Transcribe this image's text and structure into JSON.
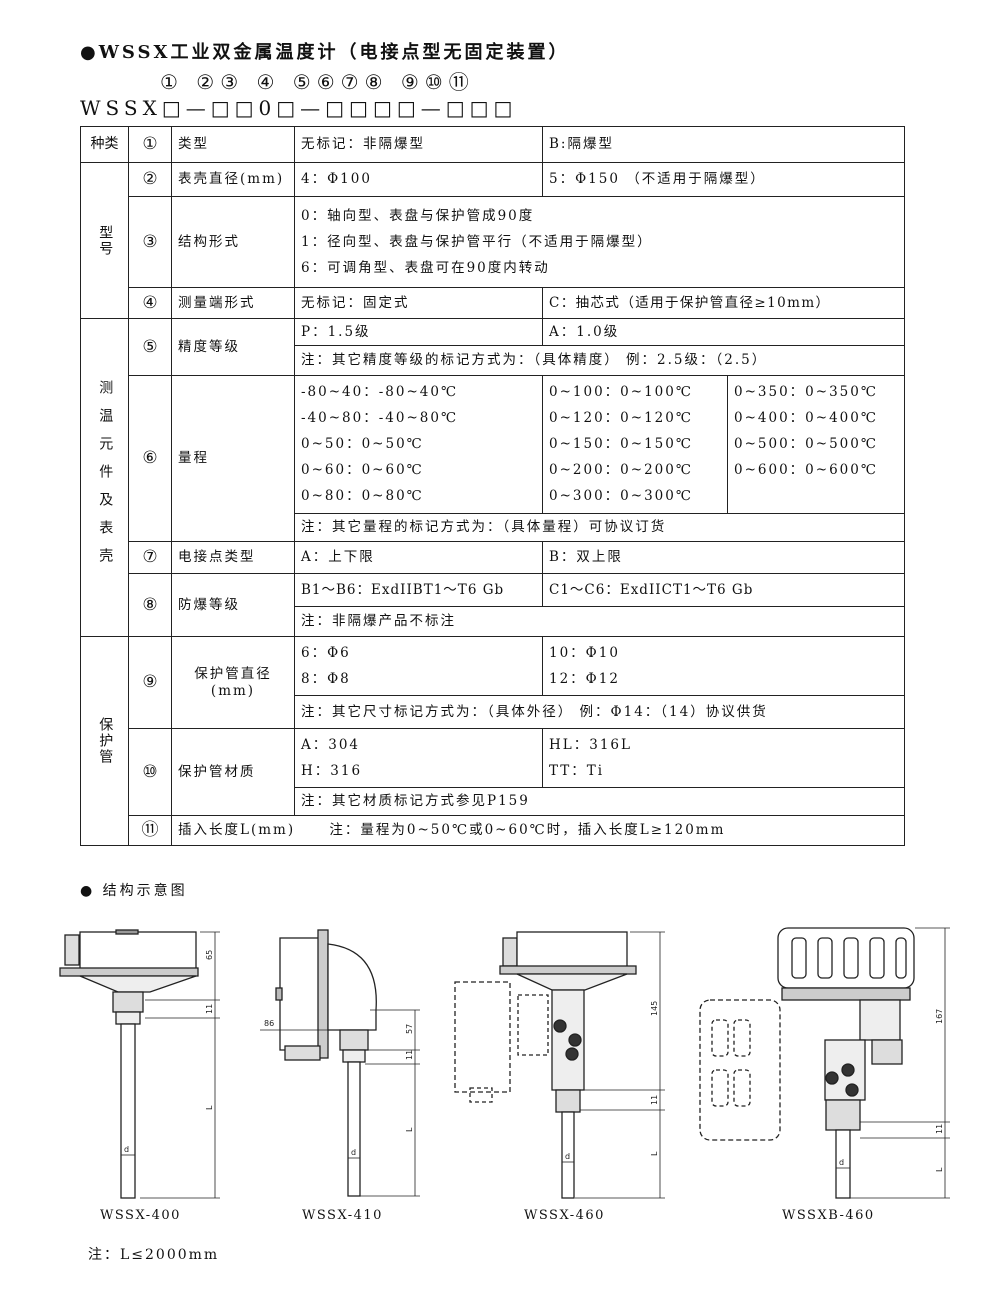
{
  "header": {
    "title": "●WSSX工业双金属温度计（电接点型无固定装置）",
    "position_numbers": "①  ②③  ④  ⑤⑥⑦⑧  ⑨⑩⑪",
    "code_pattern": "WSSX□—□□0□—□□□□—□□□"
  },
  "table": {
    "head_group": "种类",
    "groups": {
      "model": "型号",
      "sensor": "测温元件及表壳",
      "tube": "保护管"
    },
    "rows": {
      "r1": {
        "num": "①",
        "label": "类型",
        "a": "无标记：非隔爆型",
        "b": "B:隔爆型"
      },
      "r2": {
        "num": "②",
        "label": "表壳直径(mm)",
        "a": "4：Φ100",
        "b": "5：Φ150 （不适用于隔爆型）"
      },
      "r3": {
        "num": "③",
        "label": "结构形式",
        "lines": [
          "0：轴向型、表盘与保护管成90度",
          "1：径向型、表盘与保护管平行（不适用于隔爆型）",
          "6：可调角型、表盘可在90度内转动"
        ]
      },
      "r4": {
        "num": "④",
        "label": "测量端形式",
        "a": "无标记：固定式",
        "b": "C：抽芯式（适用于保护管直径≥10mm）"
      },
      "r5": {
        "num": "⑤",
        "label": "精度等级",
        "a": "P：1.5级",
        "b": "A：1.0级",
        "note": "注：其它精度等级的标记方式为：（具体精度） 例：2.5级：（2.5）"
      },
      "r6": {
        "num": "⑥",
        "label": "量程",
        "col1": [
          "-80~40：-80~40℃",
          "-40~80：-40~80℃",
          "0~50：0~50℃",
          "0~60：0~60℃",
          "0~80：0~80℃"
        ],
        "col2": [
          "0~100：0~100℃",
          "0~120：0~120℃",
          "0~150：0~150℃",
          "0~200：0~200℃",
          "0~300：0~300℃"
        ],
        "col3": [
          "0~350：0~350℃",
          "0~400：0~400℃",
          "0~500：0~500℃",
          "0~600：0~600℃"
        ],
        "note": "注：其它量程的标记方式为：（具体量程）可协议订货"
      },
      "r7": {
        "num": "⑦",
        "label": "电接点类型",
        "a": "A：上下限",
        "b": "B：双上限"
      },
      "r8": {
        "num": "⑧",
        "label": "防爆等级",
        "a": "B1～B6：ExdIIBT1～T6 Gb",
        "b": "C1～C6：ExdIICT1～T6 Gb",
        "note": "注：非隔爆产品不标注"
      },
      "r9": {
        "num": "⑨",
        "label": "保护管直径",
        "label2": "(mm)",
        "col1": [
          "6：Φ6",
          "8：Φ8"
        ],
        "col2": [
          "10：Φ10",
          "12：Φ12"
        ],
        "note": "注：其它尺寸标记方式为：（具体外径） 例：Φ14：（14）协议供货"
      },
      "r10": {
        "num": "⑩",
        "label": "保护管材质",
        "col1": [
          "A：304",
          "H：316"
        ],
        "col2": [
          "HL：316L",
          "TT：Ti"
        ],
        "note": "注：其它材质标记方式参见P159"
      },
      "r11": {
        "num": "⑪",
        "label": "插入长度L(mm)",
        "note": "注：量程为0~50℃或0~60℃时，插入长度L≥120mm"
      }
    }
  },
  "diagrams": {
    "section_title": "● 结构示意图",
    "captions": [
      "WSSX-400",
      "WSSX-410",
      "WSSX-460",
      "WSSXB-460"
    ],
    "dims": {
      "d400": [
        "65",
        "11",
        "L",
        "d"
      ],
      "d410": [
        "86",
        "57",
        "11",
        "L",
        "d"
      ],
      "d460": [
        "145",
        "11",
        "L",
        "d"
      ],
      "d460b": [
        "167",
        "11",
        "L",
        "d"
      ]
    }
  },
  "footer_note": "注：L≤2000mm"
}
